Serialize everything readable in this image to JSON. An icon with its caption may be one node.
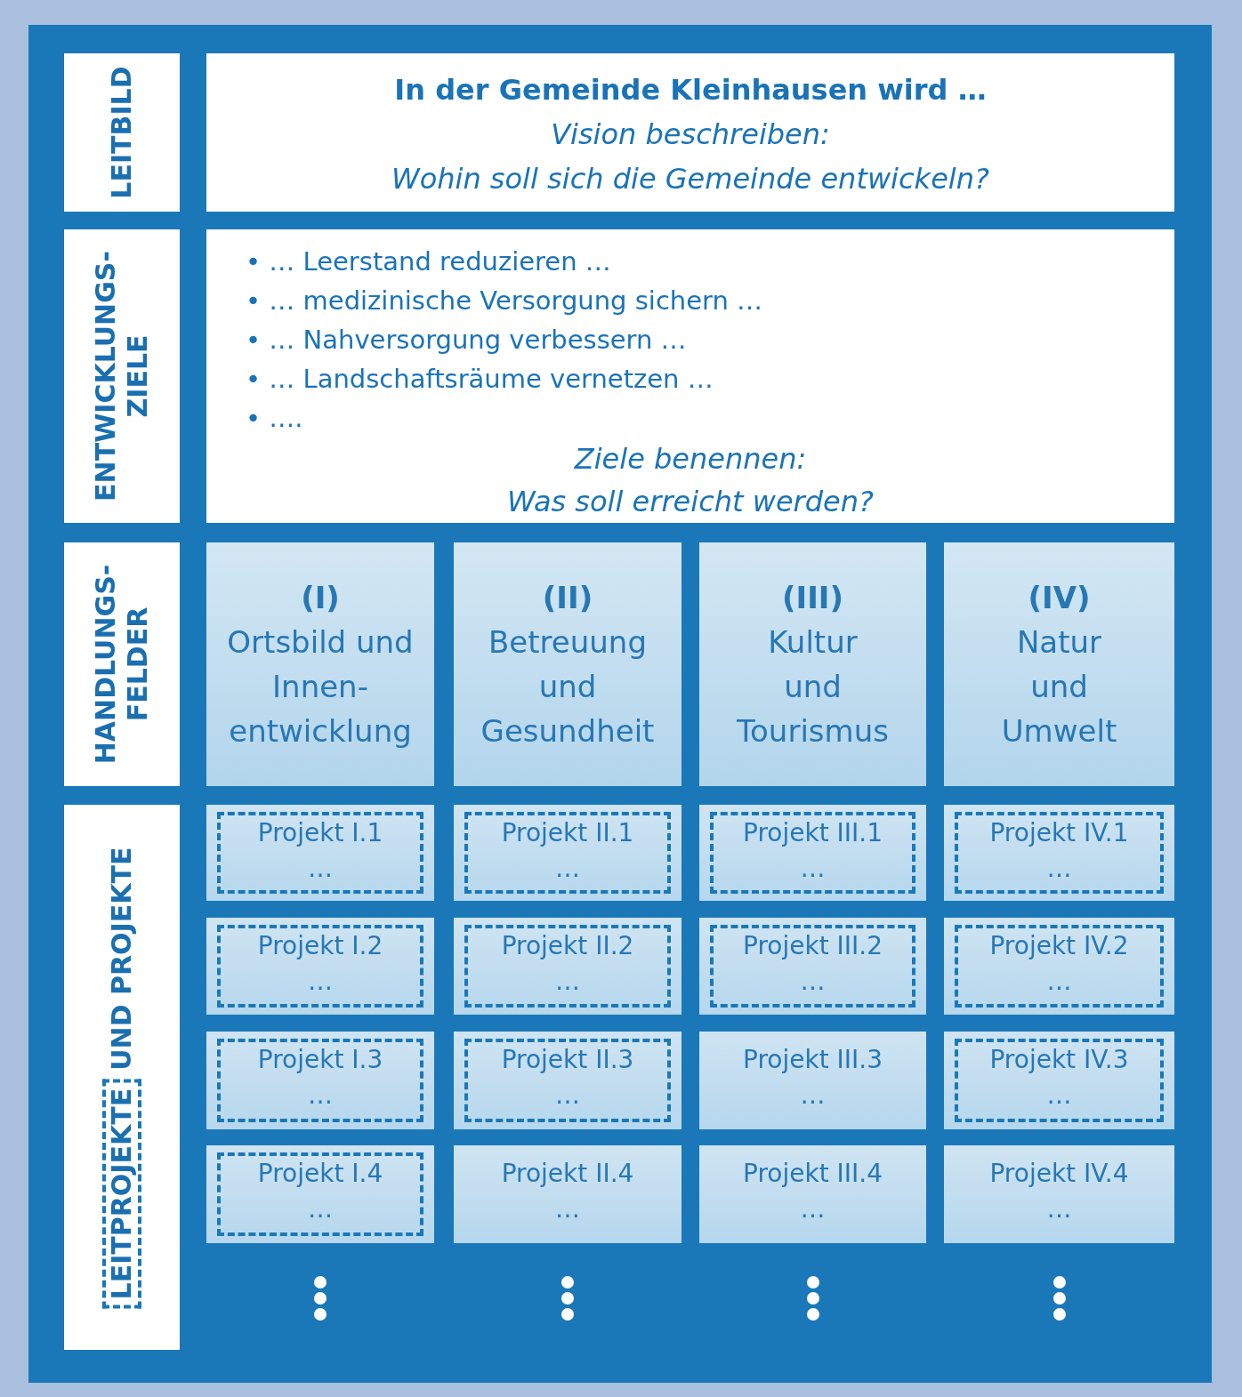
{
  "diagram": {
    "nodes": [
      {
        "text": [
          "LEITBILD"
        ]
      },
      {
        "text": [
          "In der Gemeinde Kleinhausen wird …",
          "Vision beschreiben:",
          "Wohin soll sich die Gemeinde entwickeln?"
        ]
      },
      {
        "text": [
          "ENTWICKLUNGS- ZIELE"
        ]
      },
      {
        "text": [
          "• … Leerstand reduzieren …",
          "• … medizinische Versorgung sichern …",
          "• … Nahversorgung verbessern …",
          "• … Landschaftsräume vernetzen …",
          "• ….",
          "Ziele benennen:",
          "Was soll erreicht werden?"
        ]
      },
      {
        "text": [
          "HANDLUNGS- FELDER"
        ]
      },
      {
        "text": [
          "(I)",
          "Ortsbild und Innen- entwicklung"
        ]
      },
      {
        "text": [
          "(II)",
          "Betreuung und Gesundheit"
        ]
      },
      {
        "text": [
          "(III)",
          "Kultur und Tourismus"
        ]
      },
      {
        "text": [
          "(IV)",
          "Natur und Umwelt"
        ]
      },
      {
        "text": [
          "LEITPROJEKTE",
          "UND PROJEKTE"
        ]
      },
      {
        "text": [
          "Projekt I.1",
          "…"
        ]
      },
      {
        "text": [
          "Projekt II.1",
          "…"
        ]
      },
      {
        "text": [
          "Projekt III.1",
          "…"
        ]
      },
      {
        "text": [
          "Projekt IV.1",
          "…"
        ]
      },
      {
        "text": [
          "Projekt I.2",
          "…"
        ]
      },
      {
        "text": [
          "Projekt II.2",
          "…"
        ]
      },
      {
        "text": [
          "Projekt III.2",
          "…"
        ]
      },
      {
        "text": [
          "Projekt IV.2",
          "…"
        ]
      },
      {
        "text": [
          "Projekt I.3",
          "…"
        ]
      },
      {
        "text": [
          "Projekt II.3",
          "…"
        ]
      },
      {
        "text": [
          "Projekt III.3",
          "…"
        ]
      },
      {
        "text": [
          "Projekt IV.3",
          "…"
        ]
      },
      {
        "text": [
          "Projekt I.4",
          "…"
        ]
      },
      {
        "text": [
          "Projekt II.4",
          "…"
        ]
      },
      {
        "text": [
          "Projekt III.4",
          "…"
        ]
      },
      {
        "text": [
          "Projekt IV.4",
          "…"
        ]
      }
    ]
  }
}
